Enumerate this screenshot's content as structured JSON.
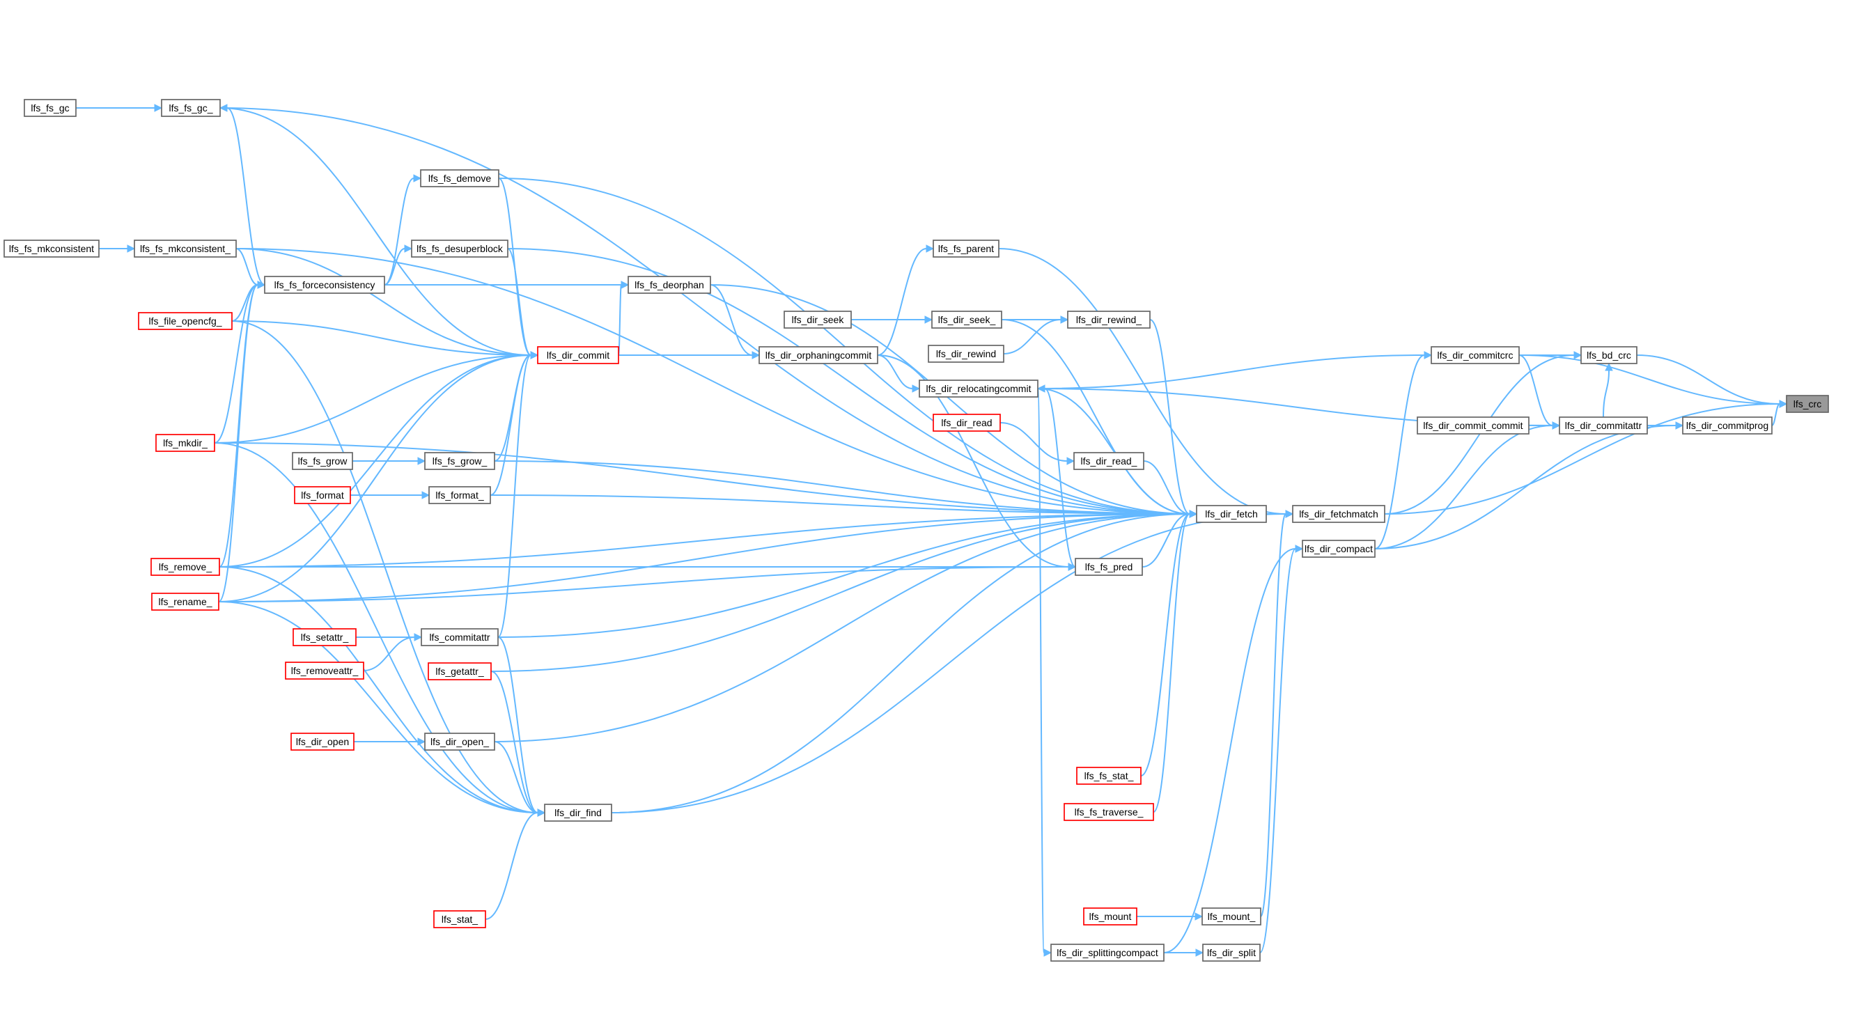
{
  "colors": {
    "edge": "#63b8ff",
    "node_fill": "#ffffff",
    "node_border": "#666666",
    "node_border_red": "#ff0000",
    "highlight_fill": "#999999"
  },
  "nodes": {
    "lfs_crc": {
      "label": "lfs_crc",
      "highlight": true
    },
    "lfs_bd_crc": {
      "label": "lfs_bd_crc"
    },
    "lfs_dir_commitprog": {
      "label": "lfs_dir_commitprog"
    },
    "lfs_dir_commitcrc": {
      "label": "lfs_dir_commitcrc"
    },
    "lfs_dir_commitattr": {
      "label": "lfs_dir_commitattr"
    },
    "lfs_dir_commit_commit": {
      "label": "lfs_dir_commit_commit"
    },
    "lfs_dir_fetchmatch": {
      "label": "lfs_dir_fetchmatch"
    },
    "lfs_dir_compact": {
      "label": "lfs_dir_compact"
    },
    "lfs_dir_fetch": {
      "label": "lfs_dir_fetch"
    },
    "lfs_dir_relocatingcommit": {
      "label": "lfs_dir_relocatingcommit"
    },
    "lfs_dir_splittingcompact": {
      "label": "lfs_dir_splittingcompact"
    },
    "lfs_dir_split": {
      "label": "lfs_dir_split"
    },
    "lfs_mount_": {
      "label": "lfs_mount_"
    },
    "lfs_mount": {
      "label": "lfs_mount",
      "red": true
    },
    "lfs_fs_parent": {
      "label": "lfs_fs_parent"
    },
    "lfs_dir_rewind_": {
      "label": "lfs_dir_rewind_"
    },
    "lfs_dir_seek_": {
      "label": "lfs_dir_seek_"
    },
    "lfs_dir_seek": {
      "label": "lfs_dir_seek"
    },
    "lfs_dir_rewind": {
      "label": "lfs_dir_rewind"
    },
    "lfs_dir_read_": {
      "label": "lfs_dir_read_"
    },
    "lfs_dir_read": {
      "label": "lfs_dir_read",
      "red": true
    },
    "lfs_fs_pred": {
      "label": "lfs_fs_pred"
    },
    "lfs_fs_stat_": {
      "label": "lfs_fs_stat_",
      "red": true
    },
    "lfs_fs_traverse_": {
      "label": "lfs_fs_traverse_",
      "red": true
    },
    "lfs_dir_orphaningcommit": {
      "label": "lfs_dir_orphaningcommit"
    },
    "lfs_fs_deorphan": {
      "label": "lfs_fs_deorphan"
    },
    "lfs_dir_commit": {
      "label": "lfs_dir_commit",
      "red": true
    },
    "lfs_fs_gc_": {
      "label": "lfs_fs_gc_"
    },
    "lfs_fs_gc": {
      "label": "lfs_fs_gc"
    },
    "lfs_fs_demove": {
      "label": "lfs_fs_demove"
    },
    "lfs_fs_desuperblock": {
      "label": "lfs_fs_desuperblock"
    },
    "lfs_fs_forceconsistency": {
      "label": "lfs_fs_forceconsistency"
    },
    "lfs_fs_mkconsistent_": {
      "label": "lfs_fs_mkconsistent_"
    },
    "lfs_fs_mkconsistent": {
      "label": "lfs_fs_mkconsistent"
    },
    "lfs_file_opencfg_": {
      "label": "lfs_file_opencfg_",
      "red": true
    },
    "lfs_mkdir_": {
      "label": "lfs_mkdir_",
      "red": true
    },
    "lfs_remove_": {
      "label": "lfs_remove_",
      "red": true
    },
    "lfs_rename_": {
      "label": "lfs_rename_",
      "red": true
    },
    "lfs_fs_grow_": {
      "label": "lfs_fs_grow_"
    },
    "lfs_fs_grow": {
      "label": "lfs_fs_grow"
    },
    "lfs_format_": {
      "label": "lfs_format_"
    },
    "lfs_format": {
      "label": "lfs_format",
      "red": true
    },
    "lfs_commitattr": {
      "label": "lfs_commitattr"
    },
    "lfs_setattr_": {
      "label": "lfs_setattr_",
      "red": true
    },
    "lfs_removeattr_": {
      "label": "lfs_removeattr_",
      "red": true
    },
    "lfs_getattr_": {
      "label": "lfs_getattr_",
      "red": true
    },
    "lfs_dir_open_": {
      "label": "lfs_dir_open_"
    },
    "lfs_dir_open": {
      "label": "lfs_dir_open",
      "red": true
    },
    "lfs_dir_find": {
      "label": "lfs_dir_find"
    },
    "lfs_stat_": {
      "label": "lfs_stat_",
      "red": true
    }
  },
  "edges": [
    [
      "lfs_crc",
      "lfs_bd_crc"
    ],
    [
      "lfs_crc",
      "lfs_dir_commitcrc"
    ],
    [
      "lfs_crc",
      "lfs_dir_commitprog"
    ],
    [
      "lfs_crc",
      "lfs_dir_fetchmatch"
    ],
    [
      "lfs_bd_crc",
      "lfs_dir_commitcrc"
    ],
    [
      "lfs_bd_crc",
      "lfs_dir_fetchmatch"
    ],
    [
      "lfs_bd_crc",
      "lfs_dir_commitattr"
    ],
    [
      "lfs_dir_commitprog",
      "lfs_dir_commitattr"
    ],
    [
      "lfs_dir_commitprog",
      "lfs_dir_compact"
    ],
    [
      "lfs_dir_commitcrc",
      "lfs_dir_relocatingcommit"
    ],
    [
      "lfs_dir_commitcrc",
      "lfs_dir_compact"
    ],
    [
      "lfs_dir_commitattr",
      "lfs_dir_commit_commit"
    ],
    [
      "lfs_dir_commitattr",
      "lfs_dir_relocatingcommit"
    ],
    [
      "lfs_dir_commitattr",
      "lfs_dir_compact"
    ],
    [
      "lfs_dir_commitattr",
      "lfs_dir_commitcrc"
    ],
    [
      "lfs_dir_fetchmatch",
      "lfs_dir_fetch"
    ],
    [
      "lfs_dir_fetchmatch",
      "lfs_fs_parent"
    ],
    [
      "lfs_dir_fetchmatch",
      "lfs_dir_find"
    ],
    [
      "lfs_dir_fetchmatch",
      "lfs_mount_"
    ],
    [
      "lfs_dir_compact",
      "lfs_dir_splittingcompact"
    ],
    [
      "lfs_dir_compact",
      "lfs_dir_split"
    ],
    [
      "lfs_dir_splittingcompact",
      "lfs_dir_relocatingcommit"
    ],
    [
      "lfs_dir_split",
      "lfs_dir_splittingcompact"
    ],
    [
      "lfs_mount_",
      "lfs_mount"
    ],
    [
      "lfs_dir_fetch",
      "lfs_fs_gc_"
    ],
    [
      "lfs_dir_fetch",
      "lfs_fs_mkconsistent_"
    ],
    [
      "lfs_dir_fetch",
      "lfs_fs_demove"
    ],
    [
      "lfs_dir_fetch",
      "lfs_fs_desuperblock"
    ],
    [
      "lfs_dir_fetch",
      "lfs_fs_deorphan"
    ],
    [
      "lfs_dir_fetch",
      "lfs_dir_seek_"
    ],
    [
      "lfs_dir_fetch",
      "lfs_dir_rewind_"
    ],
    [
      "lfs_dir_fetch",
      "lfs_dir_relocatingcommit"
    ],
    [
      "lfs_dir_fetch",
      "lfs_dir_read_"
    ],
    [
      "lfs_dir_fetch",
      "lfs_fs_grow_"
    ],
    [
      "lfs_dir_fetch",
      "lfs_format_"
    ],
    [
      "lfs_dir_fetch",
      "lfs_fs_pred"
    ],
    [
      "lfs_dir_fetch",
      "lfs_mkdir_"
    ],
    [
      "lfs_dir_fetch",
      "lfs_commitattr"
    ],
    [
      "lfs_dir_fetch",
      "lfs_getattr_"
    ],
    [
      "lfs_dir_fetch",
      "lfs_dir_open_"
    ],
    [
      "lfs_dir_fetch",
      "lfs_fs_stat_"
    ],
    [
      "lfs_dir_fetch",
      "lfs_fs_traverse_"
    ],
    [
      "lfs_dir_fetch",
      "lfs_remove_"
    ],
    [
      "lfs_dir_fetch",
      "lfs_dir_find"
    ],
    [
      "lfs_dir_fetch",
      "lfs_rename_"
    ],
    [
      "lfs_dir_relocatingcommit",
      "lfs_dir_orphaningcommit"
    ],
    [
      "lfs_dir_relocatingcommit",
      "lfs_fs_pred"
    ],
    [
      "lfs_fs_parent",
      "lfs_dir_orphaningcommit"
    ],
    [
      "lfs_fs_pred",
      "lfs_dir_orphaningcommit"
    ],
    [
      "lfs_fs_pred",
      "lfs_remove_"
    ],
    [
      "lfs_fs_pred",
      "lfs_rename_"
    ],
    [
      "lfs_dir_rewind_",
      "lfs_dir_seek_"
    ],
    [
      "lfs_dir_rewind_",
      "lfs_dir_rewind"
    ],
    [
      "lfs_dir_seek_",
      "lfs_dir_seek"
    ],
    [
      "lfs_dir_read_",
      "lfs_dir_read"
    ],
    [
      "lfs_dir_orphaningcommit",
      "lfs_fs_deorphan"
    ],
    [
      "lfs_dir_orphaningcommit",
      "lfs_dir_commit"
    ],
    [
      "lfs_fs_deorphan",
      "lfs_dir_commit"
    ],
    [
      "lfs_fs_deorphan",
      "lfs_fs_forceconsistency"
    ],
    [
      "lfs_dir_commit",
      "lfs_fs_gc_"
    ],
    [
      "lfs_dir_commit",
      "lfs_fs_demove"
    ],
    [
      "lfs_dir_commit",
      "lfs_fs_desuperblock"
    ],
    [
      "lfs_dir_commit",
      "lfs_fs_mkconsistent_"
    ],
    [
      "lfs_dir_commit",
      "lfs_file_opencfg_"
    ],
    [
      "lfs_dir_commit",
      "lfs_mkdir_"
    ],
    [
      "lfs_dir_commit",
      "lfs_remove_"
    ],
    [
      "lfs_dir_commit",
      "lfs_rename_"
    ],
    [
      "lfs_dir_commit",
      "lfs_fs_grow_"
    ],
    [
      "lfs_dir_commit",
      "lfs_format_"
    ],
    [
      "lfs_dir_commit",
      "lfs_commitattr"
    ],
    [
      "lfs_fs_gc_",
      "lfs_fs_gc"
    ],
    [
      "lfs_fs_gc_",
      "lfs_fs_forceconsistency"
    ],
    [
      "lfs_fs_demove",
      "lfs_fs_forceconsistency"
    ],
    [
      "lfs_fs_desuperblock",
      "lfs_fs_forceconsistency"
    ],
    [
      "lfs_fs_forceconsistency",
      "lfs_fs_mkconsistent_"
    ],
    [
      "lfs_fs_forceconsistency",
      "lfs_file_opencfg_"
    ],
    [
      "lfs_fs_forceconsistency",
      "lfs_mkdir_"
    ],
    [
      "lfs_fs_forceconsistency",
      "lfs_remove_"
    ],
    [
      "lfs_fs_forceconsistency",
      "lfs_rename_"
    ],
    [
      "lfs_fs_mkconsistent_",
      "lfs_fs_mkconsistent"
    ],
    [
      "lfs_fs_grow_",
      "lfs_fs_grow"
    ],
    [
      "lfs_format_",
      "lfs_format"
    ],
    [
      "lfs_commitattr",
      "lfs_setattr_"
    ],
    [
      "lfs_commitattr",
      "lfs_removeattr_"
    ],
    [
      "lfs_dir_open_",
      "lfs_dir_open"
    ],
    [
      "lfs_dir_find",
      "lfs_commitattr"
    ],
    [
      "lfs_dir_find",
      "lfs_getattr_"
    ],
    [
      "lfs_dir_find",
      "lfs_dir_open_"
    ],
    [
      "lfs_dir_find",
      "lfs_file_opencfg_"
    ],
    [
      "lfs_dir_find",
      "lfs_mkdir_"
    ],
    [
      "lfs_dir_find",
      "lfs_remove_"
    ],
    [
      "lfs_dir_find",
      "lfs_rename_"
    ],
    [
      "lfs_dir_find",
      "lfs_stat_"
    ]
  ]
}
